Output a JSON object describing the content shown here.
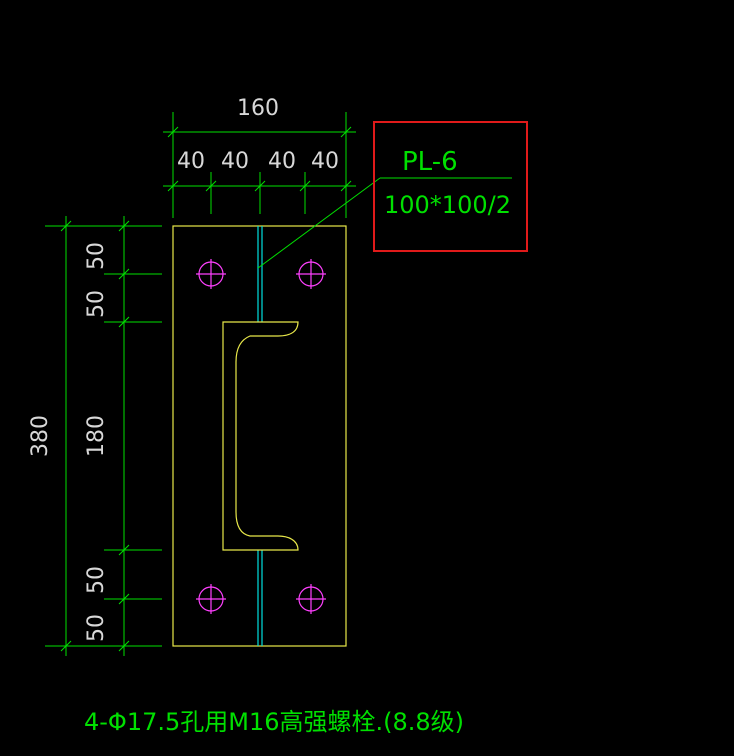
{
  "dimensions": {
    "overall_width": "160",
    "segment_1": "40",
    "segment_2": "40",
    "segment_3": "40",
    "segment_4": "40",
    "overall_height": "380",
    "v_50_a": "50",
    "v_50_b": "50",
    "v_180": "180",
    "v_50_c": "50",
    "v_50_d": "50"
  },
  "callout": {
    "mark": "PL-6",
    "size": "100*100/2"
  },
  "note": "4-Φ17.5孔用M16高强螺栓.(8.8级)",
  "colors": {
    "background": "#000000",
    "dimension": "#00e000",
    "plate": "#e8e84a",
    "bolt_hole": "#ff40ff",
    "web_line": "#00e0e0",
    "highlight_box": "#e01a1a"
  }
}
